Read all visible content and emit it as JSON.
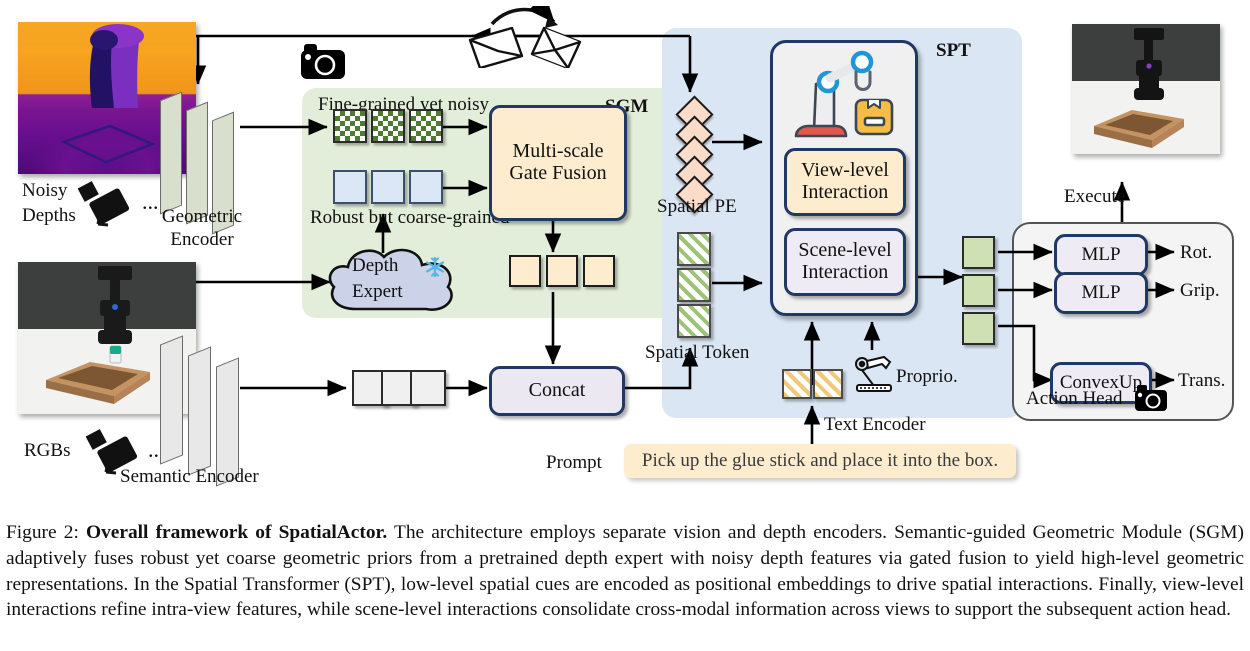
{
  "figure": {
    "number": "Figure 2:",
    "title": "Overall framework of SpatialActor.",
    "body": " The architecture employs separate vision and depth encoders. Semantic-guided Geometric Module (SGM) adaptively fuses robust yet coarse geometric priors from a pretrained depth expert with noisy depth features via gated fusion to yield high-level geometric representations. In the Spatial Transformer (SPT), low-level spatial cues are encoded as positional embeddings to drive spatial interactions. Finally, view-level interactions refine intra-view features, while scene-level interactions consolidate cross-modal information across views to support the subsequent action head."
  },
  "inputs": {
    "depth_label_line1": "Noisy",
    "depth_label_line2": "Depths",
    "depth_ellipsis": "...",
    "rgb_label": "RGBs",
    "rgb_ellipsis": "..."
  },
  "encoders": {
    "geometric_line1": "Geometric",
    "geometric_line2": "Encoder",
    "semantic": "Semantic Encoder"
  },
  "sgm": {
    "title": "SGM",
    "fine_grained_label": "Fine-grained yet noisy",
    "robust_label": "Robust but coarse-grained",
    "depth_expert_line1": "Depth",
    "depth_expert_line2": "Expert",
    "frozen_icon": "snowflake-icon",
    "gate_fusion_line1": "Multi-scale",
    "gate_fusion_line2": "Gate Fusion"
  },
  "concat": {
    "label": "Concat"
  },
  "spt": {
    "title": "SPT",
    "spatial_pe_label": "Spatial PE",
    "spatial_token_label": "Spatial Token",
    "view_level_line1": "View-level",
    "view_level_line2": "Interaction",
    "scene_level_line1": "Scene-level",
    "scene_level_line2": "Interaction",
    "proprio_label": "Proprio.",
    "text_encoder_label": "Text Encoder",
    "robot_icon": "robot-arm-icon",
    "proprio_icon": "robot-arm-small-icon"
  },
  "prompt": {
    "label": "Prompt",
    "text": "Pick up the glue stick and place it into the box."
  },
  "action_head": {
    "title": "Action Head",
    "rows": [
      {
        "module": "MLP",
        "output": "Rot."
      },
      {
        "module": "MLP",
        "output": "Grip."
      },
      {
        "module": "ConvexUp",
        "output": "Trans."
      }
    ],
    "camera_icon": "camera-icon"
  },
  "execute": {
    "label": "Execute"
  },
  "icons": {
    "camera_top": "camera-icon",
    "projection": "view-projection-icon"
  },
  "colors": {
    "sgm_panel": "#e2eed9",
    "spt_panel": "#dbe6f4",
    "amber": "#fdeccd",
    "navy_border": "#1f3864",
    "green_token": "#cfe0b4",
    "blue_token": "#dbe7f4",
    "lavender": "#ebe8f2",
    "pe_diamond": "#fadcc8"
  }
}
